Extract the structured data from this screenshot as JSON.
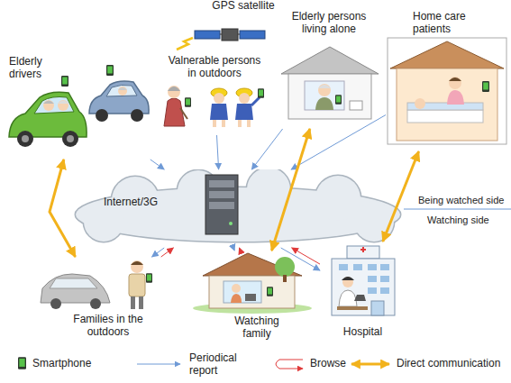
{
  "diagram": {
    "nodes": [
      {
        "text": [
          "GPS satellite"
        ]
      },
      {
        "text": [
          "Elderly drivers"
        ]
      },
      {
        "text": [
          "Valnerable persons in outdoors"
        ]
      },
      {
        "text": [
          "Elderly persons living alone"
        ]
      },
      {
        "text": [
          "Home care patients"
        ]
      },
      {
        "text": [
          "Internet/3G"
        ]
      },
      {
        "text": [
          "Families in the outdoors"
        ]
      },
      {
        "text": [
          "Watching family"
        ]
      },
      {
        "text": [
          "Hospital"
        ]
      }
    ],
    "edges": [
      {
        "from": 1,
        "to": 5,
        "arrow": "to"
      },
      {
        "from": 2,
        "to": 5,
        "arrow": "to"
      },
      {
        "from": 3,
        "to": 5,
        "arrow": "to"
      },
      {
        "from": 4,
        "to": 5,
        "arrow": "to"
      },
      {
        "from": 5,
        "to": 6,
        "arrow": "to"
      },
      {
        "from": 5,
        "to": 7,
        "arrow": "to"
      },
      {
        "from": 5,
        "to": 8,
        "arrow": "to"
      },
      {
        "from": 6,
        "to": 5,
        "arrow": "to"
      },
      {
        "from": 7,
        "to": 5,
        "arrow": "to"
      },
      {
        "from": 8,
        "to": 5,
        "arrow": "to"
      },
      {
        "from": 1,
        "to": 6,
        "arrow": "both"
      },
      {
        "from": 3,
        "to": 7,
        "arrow": "both"
      },
      {
        "from": 4,
        "to": 8,
        "arrow": "both"
      }
    ],
    "labels": [
      "Being watched side",
      "Watching side"
    ],
    "legend": [
      {
        "text": "Smartphone"
      },
      {
        "text": "Periodical report"
      },
      {
        "text": "Browse"
      },
      {
        "text": "Direct communication"
      }
    ]
  }
}
